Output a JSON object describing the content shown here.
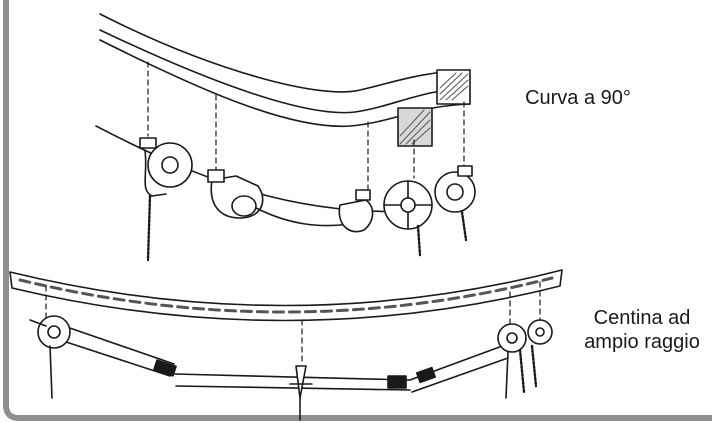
{
  "labels": {
    "curve_90": "Curva a 90°",
    "wide_radius_rib_line1": "Centina ad",
    "wide_radius_rib_line2": "ampio raggio"
  },
  "colors": {
    "ink": "#1a1a1a",
    "frame": "#8e8e8e",
    "rail_fill": "#ffffff",
    "rail_pattern": "#555555"
  }
}
